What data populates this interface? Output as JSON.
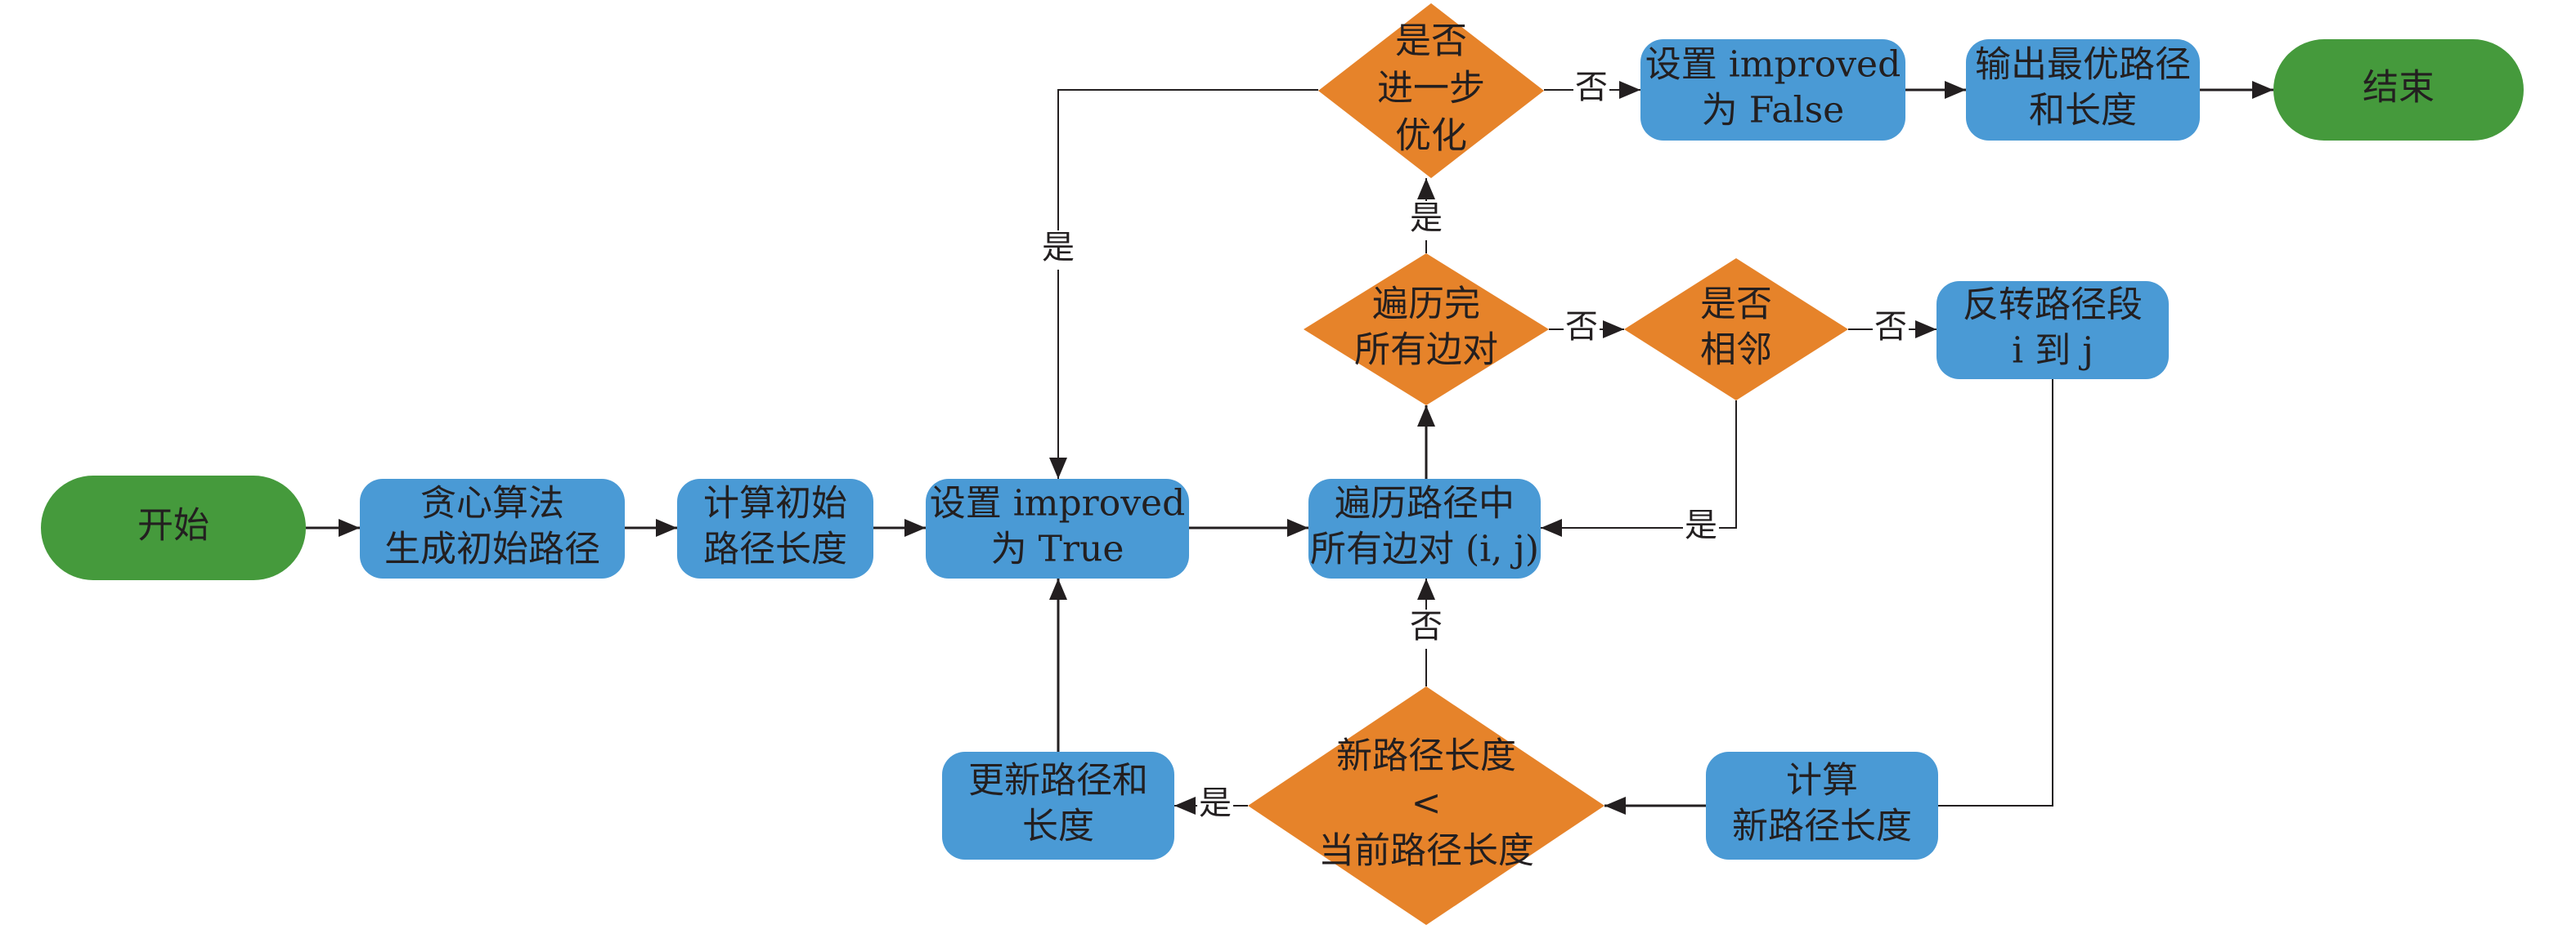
{
  "colors": {
    "terminal": "#459a3c",
    "process": "#4a9ad5",
    "decision": "#e6832a",
    "line": "#231f20",
    "text": "#231f20"
  },
  "nodes": {
    "start": {
      "type": "terminal",
      "lines": [
        "开始"
      ]
    },
    "greedy": {
      "type": "process",
      "lines": [
        "贪心算法",
        "生成初始路径"
      ]
    },
    "calc_init": {
      "type": "process",
      "lines": [
        "计算初始",
        "路径长度"
      ]
    },
    "set_true": {
      "type": "process",
      "lines": [
        "设置 improved",
        "为 True"
      ]
    },
    "iterate_pairs": {
      "type": "process",
      "lines": [
        "遍历路径中",
        "所有边对 (i, j)"
      ]
    },
    "all_done": {
      "type": "decision",
      "lines": [
        "遍历完",
        "所有边对"
      ]
    },
    "adjacent": {
      "type": "decision",
      "lines": [
        "是否",
        "相邻"
      ]
    },
    "reverse": {
      "type": "process",
      "lines": [
        "反转路径段",
        "i 到 j"
      ]
    },
    "calc_new": {
      "type": "process",
      "lines": [
        "计算",
        "新路径长度"
      ]
    },
    "compare": {
      "type": "decision",
      "lines": [
        "新路径长度",
        "<",
        "当前路径长度"
      ]
    },
    "update": {
      "type": "process",
      "lines": [
        "更新路径和",
        "长度"
      ]
    },
    "further": {
      "type": "decision",
      "lines": [
        "是否",
        "进一步",
        "优化"
      ]
    },
    "set_false": {
      "type": "process",
      "lines": [
        "设置 improved",
        "为 False"
      ]
    },
    "output": {
      "type": "process",
      "lines": [
        "输出最优路径",
        "和长度"
      ]
    },
    "end": {
      "type": "terminal",
      "lines": [
        "结束"
      ]
    }
  },
  "edges": [
    {
      "from": "start",
      "to": "greedy",
      "label": ""
    },
    {
      "from": "greedy",
      "to": "calc_init",
      "label": ""
    },
    {
      "from": "calc_init",
      "to": "set_true",
      "label": ""
    },
    {
      "from": "set_true",
      "to": "iterate_pairs",
      "label": ""
    },
    {
      "from": "iterate_pairs",
      "to": "all_done",
      "label": ""
    },
    {
      "from": "all_done",
      "to": "adjacent",
      "label": "否"
    },
    {
      "from": "all_done",
      "to": "further",
      "label": "是"
    },
    {
      "from": "adjacent",
      "to": "reverse",
      "label": "否"
    },
    {
      "from": "adjacent",
      "to": "iterate_pairs",
      "label": "是"
    },
    {
      "from": "reverse",
      "to": "calc_new",
      "label": ""
    },
    {
      "from": "calc_new",
      "to": "compare",
      "label": ""
    },
    {
      "from": "compare",
      "to": "update",
      "label": "是"
    },
    {
      "from": "compare",
      "to": "iterate_pairs",
      "label": "否"
    },
    {
      "from": "update",
      "to": "set_true",
      "label": ""
    },
    {
      "from": "further",
      "to": "set_true",
      "label": "是"
    },
    {
      "from": "further",
      "to": "set_false",
      "label": "否"
    },
    {
      "from": "set_false",
      "to": "output",
      "label": ""
    },
    {
      "from": "output",
      "to": "end",
      "label": ""
    }
  ]
}
